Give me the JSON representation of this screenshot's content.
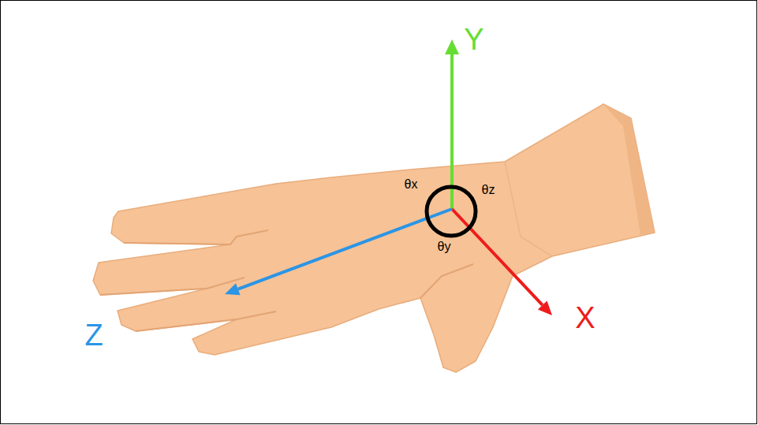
{
  "diagram": {
    "labels": [
      "Y",
      "θx",
      "θz",
      "θy",
      "X",
      "Z"
    ]
  }
}
